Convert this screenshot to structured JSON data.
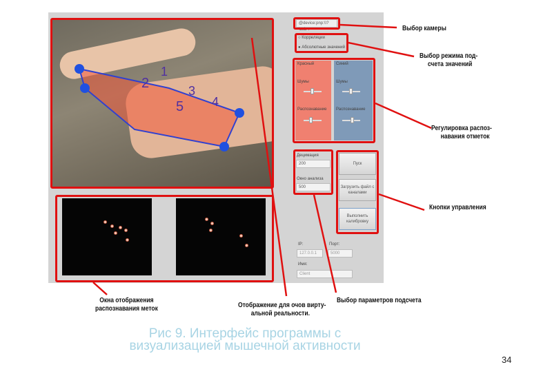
{
  "app": {
    "camera_select": "@device:pnp:\\\\?\\usb",
    "modes": [
      {
        "label": "Корреляции",
        "selected": false
      },
      {
        "label": "Абсолютные значений",
        "selected": true
      }
    ],
    "red_group": {
      "title": "Красный",
      "noise_label": "Шумы",
      "recog_label": "Распознавание"
    },
    "blue_group": {
      "title": "Синий",
      "noise_label": "Шумы",
      "recog_label": "Распознавание"
    },
    "decimation_label": "Децимация",
    "decimation_value": "200",
    "window_label": "Окно анализа",
    "window_value": "500",
    "start_button": "Пуск",
    "load_button": "Загрузить файл с каналами",
    "calibrate_button": "Выполнить калибровку",
    "ip_label": "IP:",
    "ip_value": "127.0.0.1",
    "port_label": "Порт:",
    "port_value": "5000",
    "name_label": "Имя:",
    "name_value": "Client",
    "marker_numbers": [
      "1",
      "2",
      "3",
      "4",
      "5"
    ]
  },
  "annotations": {
    "camera": "Выбор камеры",
    "mode_1": "Выбор режима под-",
    "mode_2": "счета значений",
    "recog_1": "Регулировка распоз-",
    "recog_2": "навания отметок",
    "buttons": "Кнопки управления",
    "windows_1": "Окна отображения",
    "windows_2": "распознавания меток",
    "vr_1": "Отображение для очов вирту-",
    "vr_2": "альной реальности.",
    "params": "Выбор параметров подсчета"
  },
  "caption_1": "Рис 9. Интерфейс программы с",
  "caption_2": "визуализацией мышечной активности",
  "page_number": "34",
  "colors": {
    "annotation": "#e01010",
    "red_panel": "#f08070",
    "blue_panel": "#7f9ab8",
    "caption": "#a8d4e4"
  }
}
